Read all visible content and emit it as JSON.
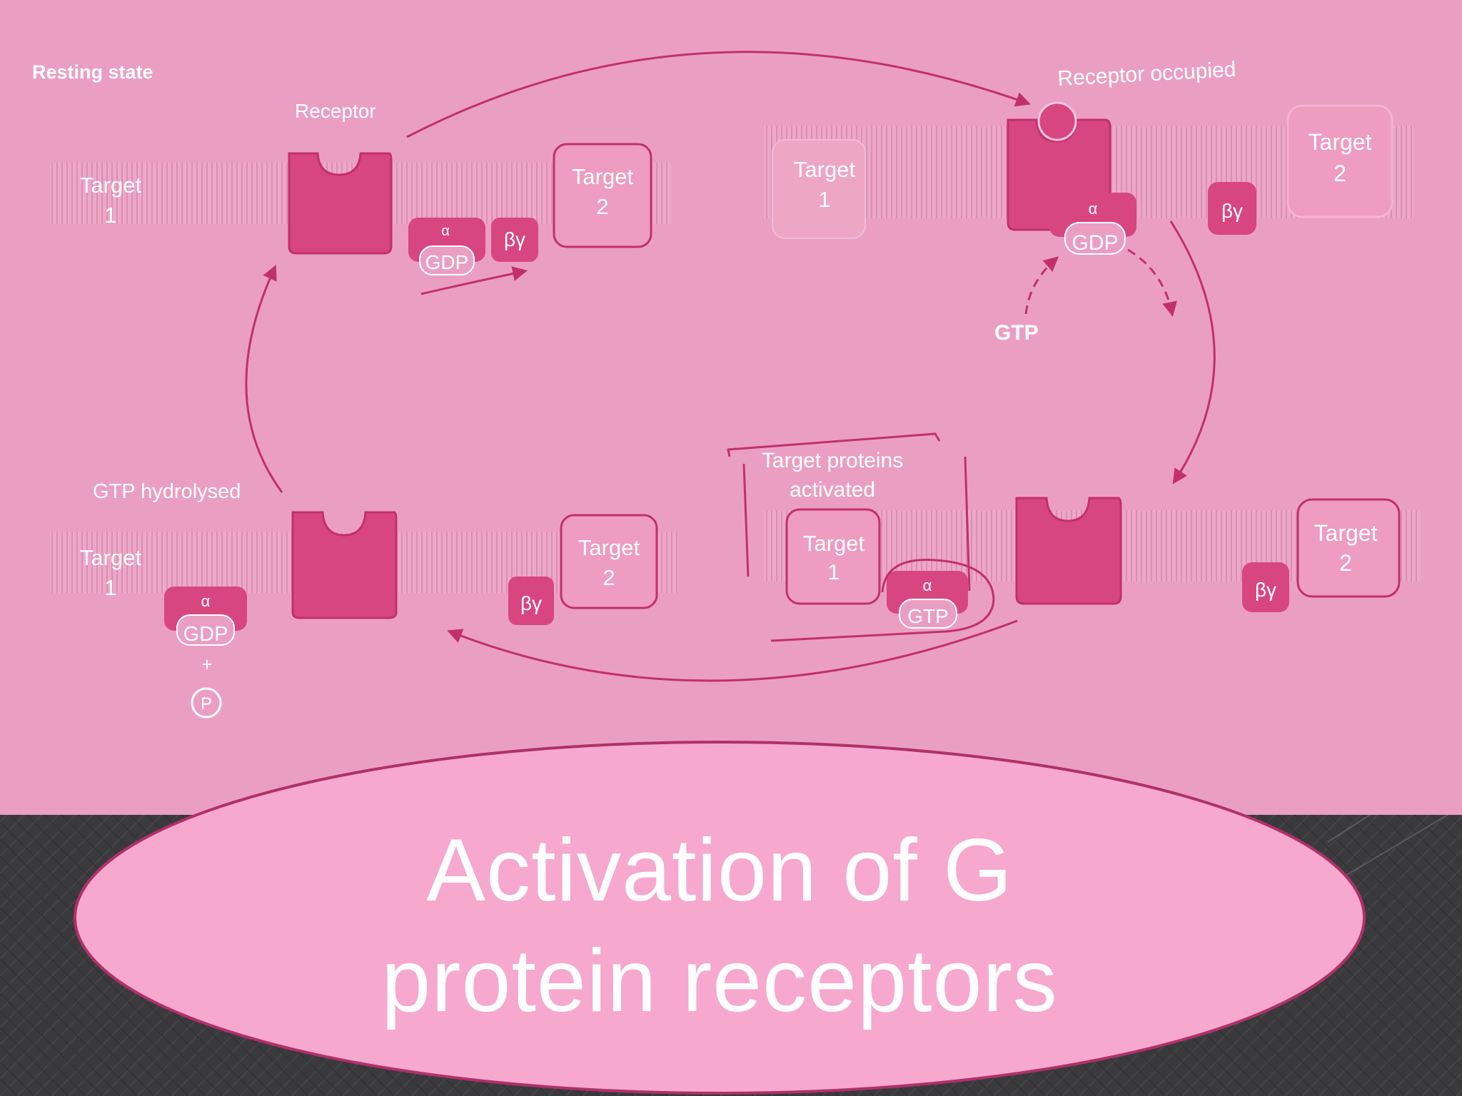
{
  "slide": {
    "title_line_1": "Activation of G",
    "title_line_2": "protein receptors"
  },
  "diagram": {
    "resting_state": "Resting state",
    "receptor_label": "Receptor",
    "receptor_occupied": "Receptor occupied",
    "gtp_hydrolysed": "GTP hydrolysed",
    "target_proteins_activated_1": "Target proteins",
    "target_proteins_activated_2": "activated",
    "target_word": "Target",
    "num_1": "1",
    "num_2": "2",
    "alpha": "α",
    "beta_gamma": "βγ",
    "gdp": "GDP",
    "gtp": "GTP",
    "plus": "+",
    "phosphate": "P"
  },
  "colors": {
    "slide_background": "#3a3a3c",
    "photo_background": "#ea9fc2",
    "oval_fill": "#f6a8cf",
    "oval_border": "#b0306a",
    "protein_dark": "#d8467f",
    "ink": "#c2306a",
    "label_text": "#ffffff"
  }
}
